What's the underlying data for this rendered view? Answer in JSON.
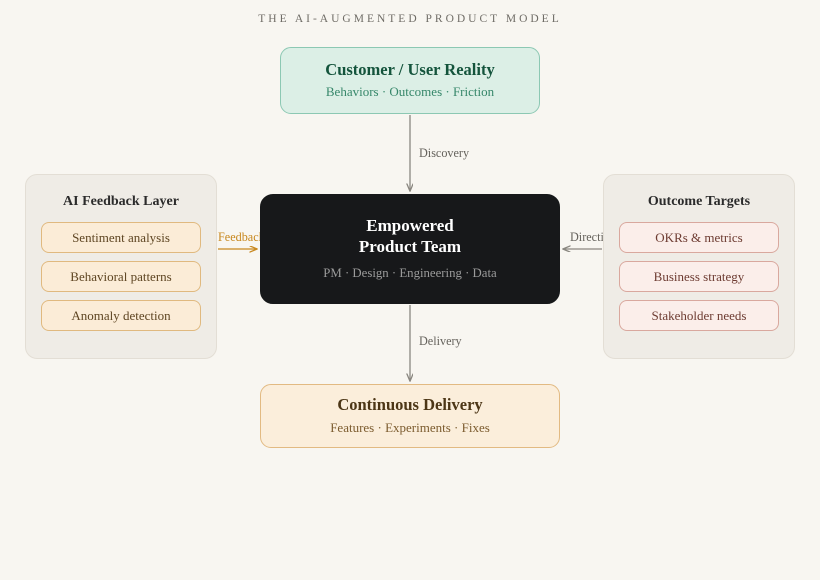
{
  "title": "THE AI-AUGMENTED PRODUCT MODEL",
  "colors": {
    "page_background": "#f8f6f1",
    "customer_fill": "#dcefe6",
    "customer_border": "#8cc8b3",
    "customer_text": "#14543c",
    "team_fill": "#17181a",
    "team_text": "#ffffff",
    "delivery_fill": "#fbeedb",
    "delivery_border": "#e2ba82",
    "delivery_text": "#4c3616",
    "panel_fill": "#efece6",
    "feedback_chip_fill": "#fbecd7",
    "feedback_chip_border": "#e0b97f",
    "outcome_chip_fill": "#fbeeea",
    "outcome_chip_border": "#d9a89e",
    "arrow_gray": "#8a8780",
    "arrow_amber": "#c8881f"
  },
  "nodes": {
    "customer": {
      "title": "Customer / User Reality",
      "subtitle": "Behaviors · Outcomes · Friction"
    },
    "team": {
      "title_line1": "Empowered",
      "title_line2": "Product Team",
      "subtitle": "PM · Design · Engineering · Data"
    },
    "delivery": {
      "title": "Continuous Delivery",
      "subtitle": "Features · Experiments · Fixes"
    }
  },
  "panels": {
    "feedback": {
      "title": "AI Feedback Layer",
      "chips": [
        "Sentiment analysis",
        "Behavioral patterns",
        "Anomaly detection"
      ]
    },
    "outcome": {
      "title": "Outcome Targets",
      "chips": [
        "OKRs & metrics",
        "Business strategy",
        "Stakeholder needs"
      ]
    }
  },
  "edges": {
    "discovery": {
      "label": "Discovery",
      "from": "customer",
      "to": "team",
      "direction": "down"
    },
    "delivery": {
      "label": "Delivery",
      "from": "team",
      "to": "delivery",
      "direction": "down"
    },
    "feedback": {
      "label": "Feedback",
      "from": "feedback-panel",
      "to": "team",
      "direction": "right"
    },
    "direction": {
      "label": "Direction",
      "from": "outcome-panel",
      "to": "team",
      "direction": "left"
    }
  }
}
